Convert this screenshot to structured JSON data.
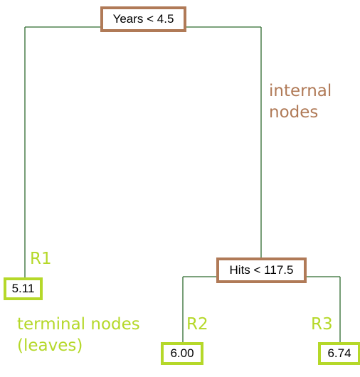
{
  "colors": {
    "edge": "#2e6a2e",
    "internal_border": "#b07a57",
    "terminal_border": "#b5d829",
    "internal_annotation": "#b07a57",
    "terminal_annotation": "#b5d829"
  },
  "tree": {
    "root": {
      "label": "Years < 4.5"
    },
    "internal_2": {
      "label": "Hits < 117.5"
    },
    "leaves": [
      {
        "value": "5.11",
        "region": "R1"
      },
      {
        "value": "6.00",
        "region": "R2"
      },
      {
        "value": "6.74",
        "region": "R3"
      }
    ]
  },
  "annotations": {
    "internal_line1": "internal",
    "internal_line2": "nodes",
    "terminal_line1": "terminal nodes",
    "terminal_line2": "(leaves)"
  }
}
